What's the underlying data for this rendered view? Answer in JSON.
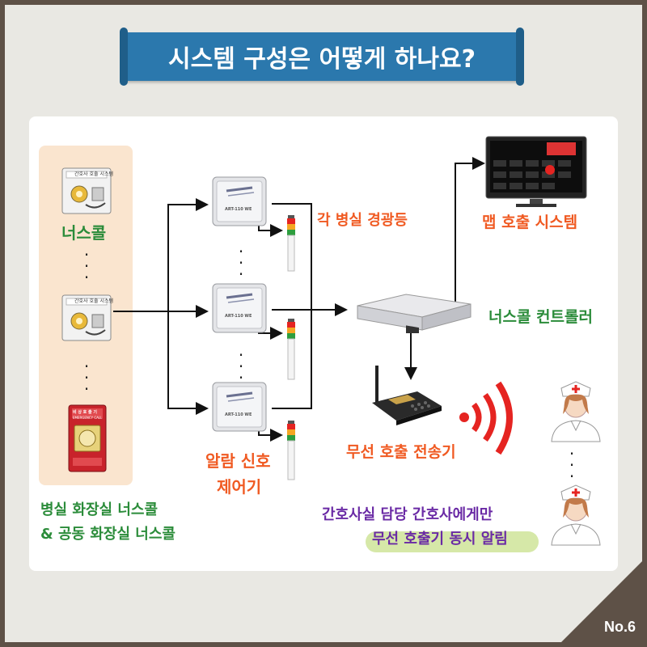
{
  "title": "시스템 구성은 어떻게 하나요?",
  "badge": "No.6",
  "labels": {
    "nurse_call": "너스콜",
    "bathroom_line1": "병실 화장실 너스콜",
    "bathroom_line2": "& 공동 화장실 너스콜",
    "alarm_line1": "알람 신호",
    "alarm_line2": "제어기",
    "room_lamp": "각 병실 경광등",
    "map_system": "맵 호출 시스템",
    "controller": "너스콜 컨트롤러",
    "wireless_tx": "무선 호출 전송기",
    "notify_line1": "간호사실 담당 간호사에게만",
    "notify_line2": "무선 호출기 동시 알림"
  },
  "device_text": {
    "panel_caption": "간호사 호출 시스템",
    "emergency_caption": "비 상 호 출 기",
    "emergency_sub": "EMERGENCY CALL",
    "transmitter_model": "ART-110 WE"
  },
  "colors": {
    "title_bg": "#2b78ad",
    "green_label": "#2b8c3a",
    "orange_label": "#f05a22",
    "purple_label": "#6a2aa5",
    "signal_red": "#e52421"
  }
}
